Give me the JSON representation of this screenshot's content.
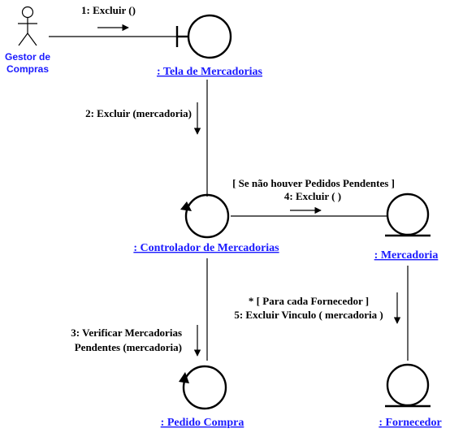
{
  "actor": {
    "name_line1": "Gestor de",
    "name_line2": "Compras"
  },
  "objects": {
    "tela": ": Tela de Mercadorias",
    "controlador": ": Controlador de Mercadorias",
    "mercadoria": ": Mercadoria",
    "pedido": ": Pedido Compra",
    "fornecedor": ": Fornecedor"
  },
  "messages": {
    "m1": "1: Excluir  ()",
    "m2": "2: Excluir  (mercadoria)",
    "m3_line1": "3: Verificar Mercadorias",
    "m3_line2": "Pendentes (mercadoria)",
    "m4_guard": "[ Se não houver Pedidos Pendentes ]",
    "m4": "4: Excluir ( )",
    "m5_guard": "* [ Para cada Fornecedor ]",
    "m5": "5: Excluir Vinculo ( mercadoria )"
  }
}
